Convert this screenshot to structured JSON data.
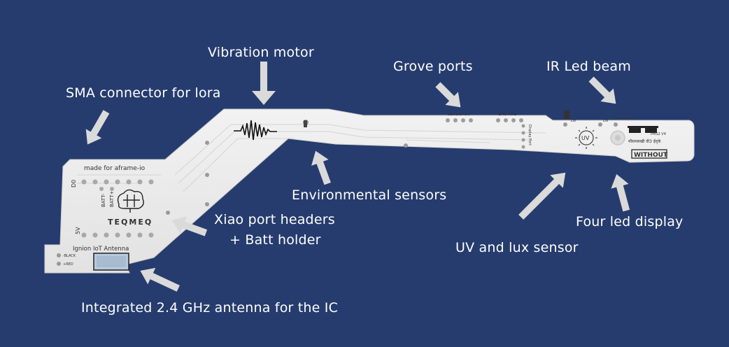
{
  "callouts": {
    "vibration": "Vibration motor",
    "grove": "Grove ports",
    "ir": "IR Led beam",
    "sma": "SMA  connector for lora",
    "env": "Environmental sensors",
    "xiao_line1": "Xiao port headers",
    "xiao_line2": "+ Batt holder",
    "four_led": "Four led display",
    "uv": "UV  and lux sensor",
    "antenna": "Integrated 2.4 GHz antenna for the IC"
  },
  "board": {
    "made_for": "made for aframe-io",
    "d0": "D0",
    "batt_plus": "BATT+",
    "batt_minus": "BATT-",
    "brand": "TEQMEQ",
    "five_v": "5V",
    "ignion": "Ignion IoT Antenna",
    "black": "-BLACK",
    "red": "+RED",
    "camera_port": "Camera Port",
    "gpio_ports": "GPIO Ports",
    "display_port": "Display Port",
    "d8": "D8",
    "d9": "D9",
    "ir_control": "IR control",
    "uv_mark": "UV",
    "version": "PMS2 V4",
    "hindi": "मौसमसखी वी3 ईद्के",
    "without": "WITHOUT"
  }
}
